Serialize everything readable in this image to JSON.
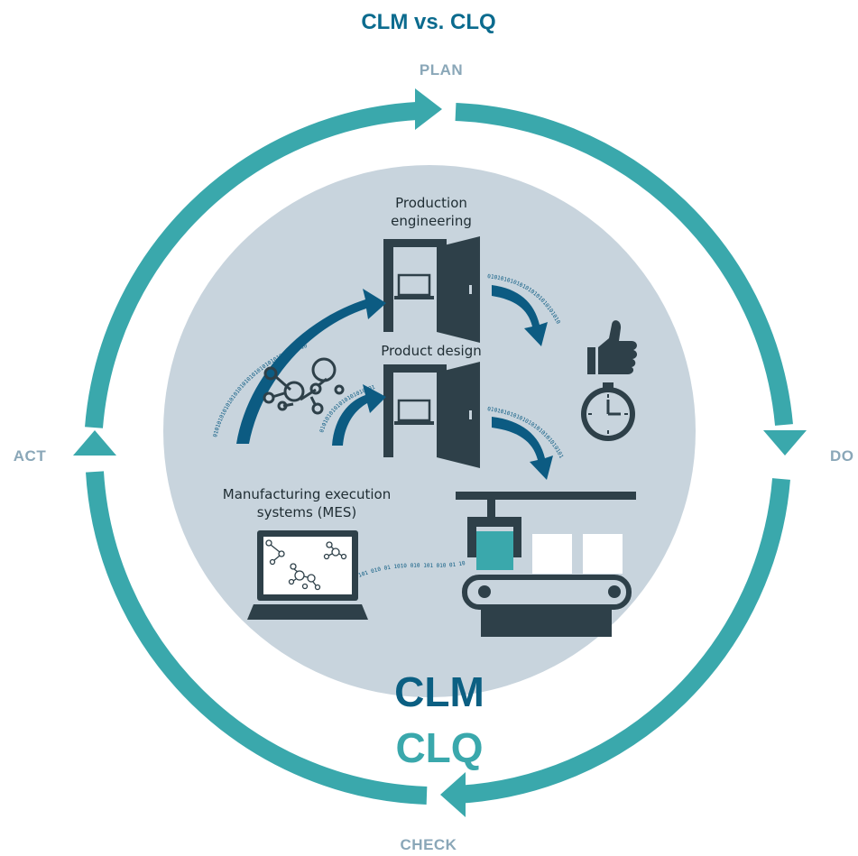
{
  "title": "CLM vs. CLQ",
  "phases": {
    "plan": "PLAN",
    "do": "DO",
    "check": "CHECK",
    "act": "ACT"
  },
  "labels": {
    "production_engineering_line1": "Production",
    "production_engineering_line2": "engineering",
    "product_design": "Product design",
    "mes_line1": "Manufacturing execution",
    "mes_line2": "systems (MES)",
    "clm": "CLM",
    "clq": "CLQ"
  },
  "binary": {
    "long": "0101010101010101010101010101010101010101010101010",
    "mid": "010101010101010101010101010101",
    "short": "0101010101010101010101",
    "mes_stream": "101 010 01 1010 010 101 010 01 10"
  },
  "colors": {
    "title": "#0b6b8e",
    "phase": "#8aa7b8",
    "cycle": "#3aa8ac",
    "circle": "#c8d4dd",
    "dark": "#2e4049",
    "arrow": "#0c5b82",
    "clm": "#0b5f82",
    "clq": "#3aa8ac"
  },
  "icons": [
    "door-icon",
    "laptop-icon",
    "network-icon",
    "thumbs-up-icon",
    "clock-icon",
    "conveyor-icon"
  ]
}
